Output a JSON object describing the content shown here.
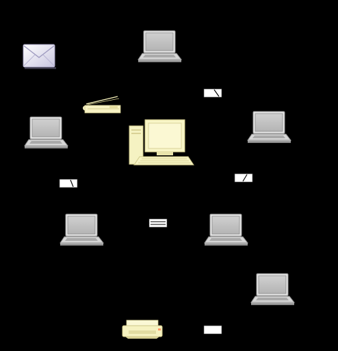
{
  "diagram": {
    "background": "#000000",
    "nodes": [
      {
        "id": "laptop-top",
        "kind": "laptop"
      },
      {
        "id": "laptop-left",
        "kind": "laptop"
      },
      {
        "id": "laptop-right",
        "kind": "laptop"
      },
      {
        "id": "laptop-mid-left",
        "kind": "laptop"
      },
      {
        "id": "laptop-mid-right",
        "kind": "laptop"
      },
      {
        "id": "laptop-bottom-right",
        "kind": "laptop"
      },
      {
        "id": "desktop-server",
        "kind": "desktop-computer"
      },
      {
        "id": "envelope",
        "kind": "email-envelope"
      },
      {
        "id": "scanner",
        "kind": "flatbed-scanner"
      },
      {
        "id": "printer",
        "kind": "printer"
      }
    ],
    "tags": [
      {
        "id": "tag-1",
        "kind": "slash-tag"
      },
      {
        "id": "tag-2",
        "kind": "slash-tag"
      },
      {
        "id": "tag-3",
        "kind": "slash-tag"
      },
      {
        "id": "tag-4",
        "kind": "double-line-tag"
      },
      {
        "id": "tag-5",
        "kind": "plain-tag"
      }
    ],
    "colors": {
      "laptop_screen": "#c4c4c4",
      "laptop_body": "#8f8f8f",
      "desktop": "#f7f5c4",
      "desktop_shadow": "#d8d49a",
      "tag_fill": "#ffffff"
    }
  }
}
